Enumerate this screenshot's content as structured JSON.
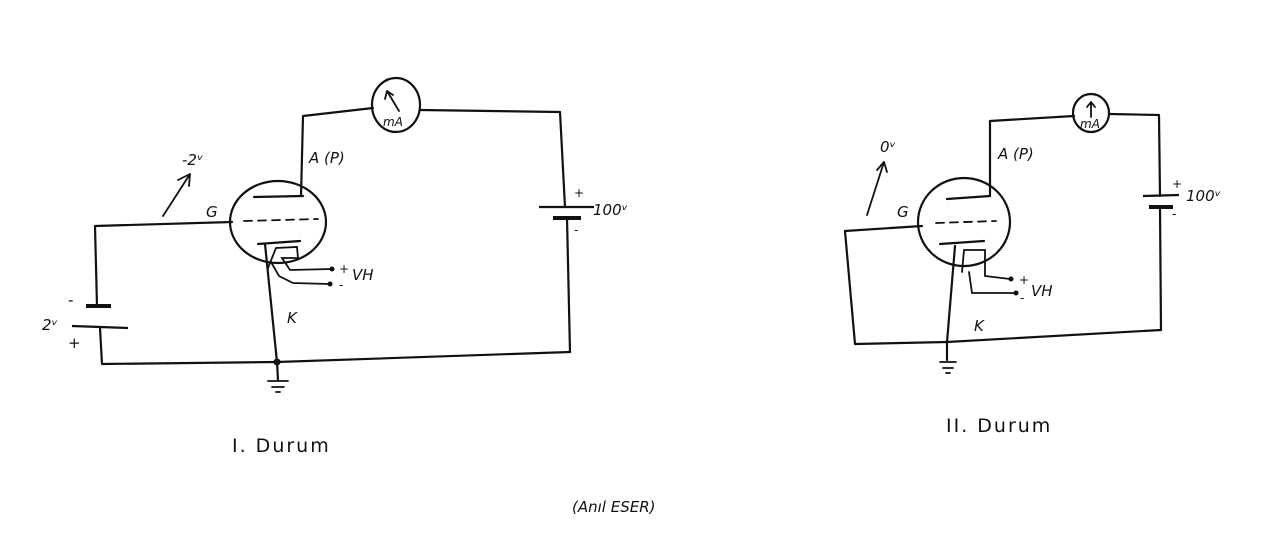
{
  "circuit1": {
    "grid_voltage": "-2ᵛ",
    "grid_label": "G",
    "anode_label": "A (P)",
    "cathode_label": "K",
    "meter_label": "mA",
    "heater_label": "VH",
    "heater_plus": "+",
    "heater_minus": "-",
    "battery_left_value": "2ᵛ",
    "battery_left_plus": "+",
    "battery_left_minus": "-",
    "battery_right_value": "100ᵛ",
    "battery_right_plus": "+",
    "battery_right_minus": "-",
    "caption": "I. Durum"
  },
  "circuit2": {
    "grid_voltage": "0ᵛ",
    "grid_label": "G",
    "anode_label": "A (P)",
    "cathode_label": "K",
    "meter_label": "mA",
    "heater_label": "VH",
    "heater_plus": "+",
    "heater_minus": "-",
    "battery_right_value": "100ᵛ",
    "battery_right_plus": "+",
    "battery_right_minus": "-",
    "caption": "II. Durum"
  },
  "signature": "(Anıl ESER)"
}
